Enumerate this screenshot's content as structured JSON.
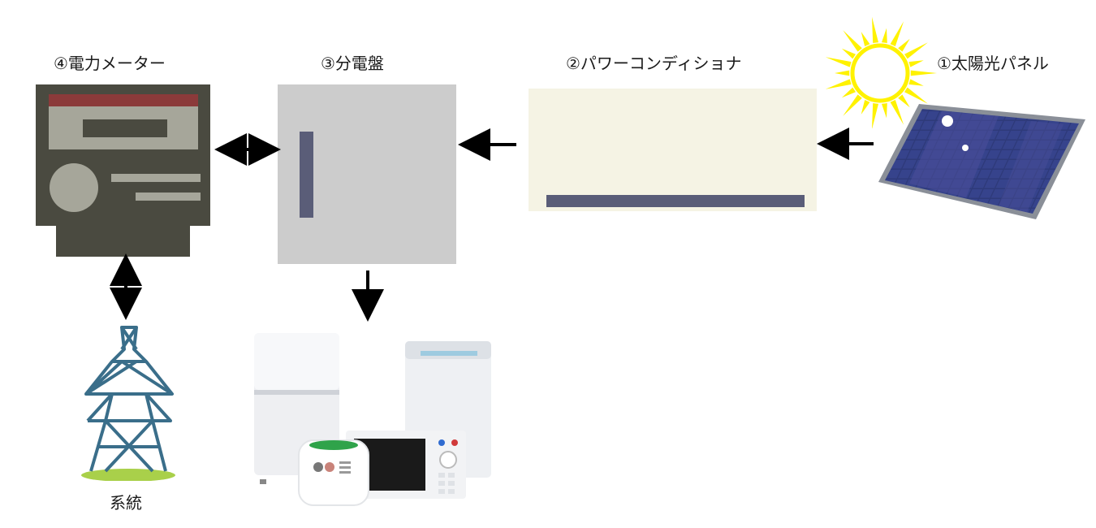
{
  "components": {
    "meter": {
      "label": "④電力メーター"
    },
    "panel_board": {
      "label": "③分電盤"
    },
    "power_conditioner": {
      "label": "②パワーコンディショナ"
    },
    "solar_panel": {
      "label": "①太陽光パネル"
    },
    "grid": {
      "label": "系統"
    }
  },
  "connections": [
    {
      "from": "solar_panel",
      "to": "power_conditioner",
      "direction": "one-way"
    },
    {
      "from": "power_conditioner",
      "to": "panel_board",
      "direction": "one-way"
    },
    {
      "from": "panel_board",
      "to": "meter",
      "direction": "two-way"
    },
    {
      "from": "meter",
      "to": "grid",
      "direction": "two-way"
    },
    {
      "from": "panel_board",
      "to": "appliances",
      "direction": "one-way"
    }
  ],
  "icons": {
    "sun": "sun-icon",
    "solar": "solar-panel-icon",
    "inverter": "power-conditioner-icon",
    "board": "distribution-board-icon",
    "meter": "electric-meter-icon",
    "tower": "transmission-tower-icon",
    "appliances": "home-appliances-icon"
  },
  "colors": {
    "meter_body": "#4a4a40",
    "meter_stripe": "#8b3a3a",
    "board_body": "#cccccc",
    "board_handle": "#5a5d78",
    "conditioner_body": "#f5f3e4",
    "tower": "#3a6e8a",
    "sun": "#fff200",
    "arrow": "#000000"
  }
}
